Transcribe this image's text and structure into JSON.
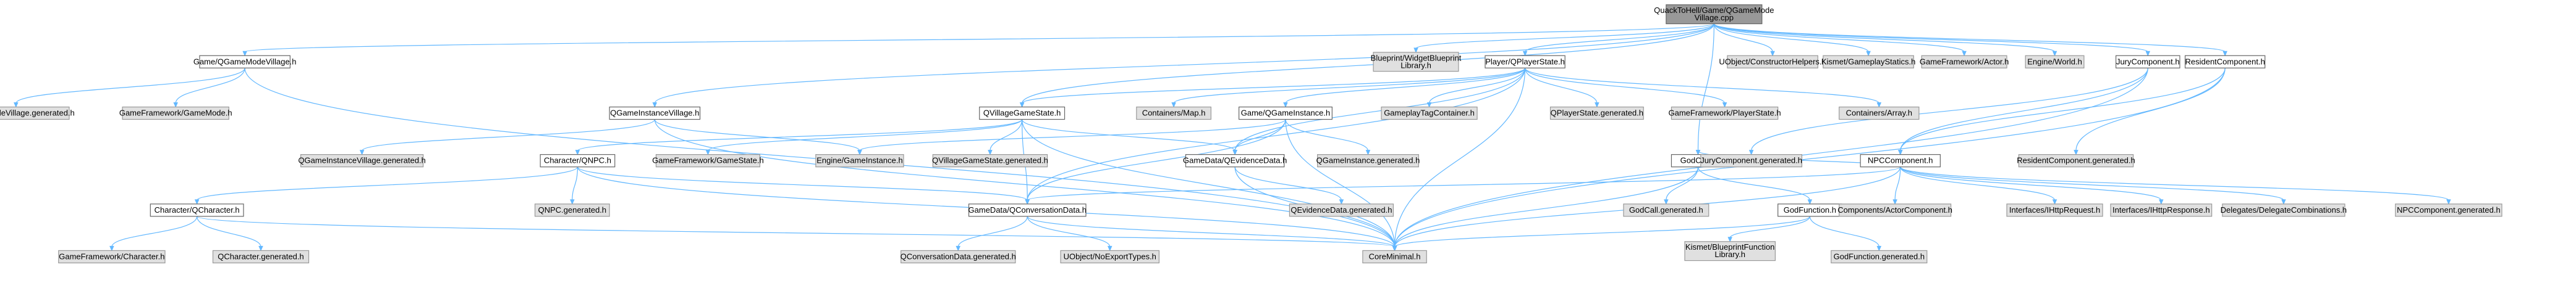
{
  "colors": {
    "root_fill": "#999999",
    "root_stroke": "#666666",
    "header_fill": "#ffffff",
    "header_stroke": "#666666",
    "system_fill": "#e0e0e0",
    "system_stroke": "#999999",
    "edge": "#63b8ff"
  },
  "nodes": [
    {
      "id": "root",
      "lines": [
        "QuackToHell/Game/QGameMode",
        "Village.cpp"
      ],
      "style": "root"
    },
    {
      "id": "gamemodevillage",
      "lines": [
        "Game/QGameModeVillage.h"
      ],
      "style": "header"
    },
    {
      "id": "bpwidget",
      "lines": [
        "Blueprint/WidgetBlueprint",
        "Library.h"
      ],
      "style": "system"
    },
    {
      "id": "playerstate",
      "lines": [
        "Player/QPlayerState.h"
      ],
      "style": "header"
    },
    {
      "id": "uobjconstructor",
      "lines": [
        "UObject/ConstructorHelpers.h"
      ],
      "style": "system"
    },
    {
      "id": "kismetgameplay",
      "lines": [
        "Kismet/GameplayStatics.h"
      ],
      "style": "system"
    },
    {
      "id": "gfactor",
      "lines": [
        "GameFramework/Actor.h"
      ],
      "style": "system"
    },
    {
      "id": "engineworld",
      "lines": [
        "Engine/World.h"
      ],
      "style": "system"
    },
    {
      "id": "jurycomp",
      "lines": [
        "JuryComponent.h"
      ],
      "style": "header"
    },
    {
      "id": "residentcomp",
      "lines": [
        "ResidentComponent.h"
      ],
      "style": "header"
    },
    {
      "id": "gmvgen",
      "lines": [
        "QGameModeVillage.generated.h"
      ],
      "style": "system"
    },
    {
      "id": "gfgamemode",
      "lines": [
        "GameFramework/GameMode.h"
      ],
      "style": "system"
    },
    {
      "id": "qginstvillage",
      "lines": [
        "QGameInstanceVillage.h"
      ],
      "style": "header"
    },
    {
      "id": "qvillagegamestate",
      "lines": [
        "QVillageGameState.h"
      ],
      "style": "header"
    },
    {
      "id": "containersmap",
      "lines": [
        "Containers/Map.h"
      ],
      "style": "system"
    },
    {
      "id": "qgameinstance",
      "lines": [
        "Game/QGameInstance.h"
      ],
      "style": "header"
    },
    {
      "id": "gameplaytag",
      "lines": [
        "GameplayTagContainer.h"
      ],
      "style": "system"
    },
    {
      "id": "qplayerstategen",
      "lines": [
        "QPlayerState.generated.h"
      ],
      "style": "system"
    },
    {
      "id": "gfplayerstate",
      "lines": [
        "GameFramework/PlayerState.h"
      ],
      "style": "system"
    },
    {
      "id": "containersarray",
      "lines": [
        "Containers/Array.h"
      ],
      "style": "system"
    },
    {
      "id": "qginstvillagegen",
      "lines": [
        "QGameInstanceVillage.generated.h"
      ],
      "style": "system"
    },
    {
      "id": "qnpc",
      "lines": [
        "Character/QNPC.h"
      ],
      "style": "header"
    },
    {
      "id": "gfgamestate",
      "lines": [
        "GameFramework/GameState.h"
      ],
      "style": "system"
    },
    {
      "id": "enginegameinstance",
      "lines": [
        "Engine/GameInstance.h"
      ],
      "style": "system"
    },
    {
      "id": "qvillagegamestategen",
      "lines": [
        "QVillageGameState.generated.h"
      ],
      "style": "system"
    },
    {
      "id": "qevidencedata",
      "lines": [
        "GameData/QEvidenceData.h"
      ],
      "style": "header"
    },
    {
      "id": "qgameinstancegen",
      "lines": [
        "QGameInstance.generated.h"
      ],
      "style": "system"
    },
    {
      "id": "godcall",
      "lines": [
        "GodCall.h"
      ],
      "style": "header"
    },
    {
      "id": "jurycompgen",
      "lines": [
        "JuryComponent.generated.h"
      ],
      "style": "system"
    },
    {
      "id": "npccomp",
      "lines": [
        "NPCComponent.h"
      ],
      "style": "header"
    },
    {
      "id": "residentcompgen",
      "lines": [
        "ResidentComponent.generated.h"
      ],
      "style": "system"
    },
    {
      "id": "qcharacter",
      "lines": [
        "Character/QCharacter.h"
      ],
      "style": "header"
    },
    {
      "id": "qnpcgen",
      "lines": [
        "QNPC.generated.h"
      ],
      "style": "system"
    },
    {
      "id": "qconversationdata",
      "lines": [
        "GameData/QConversationData.h"
      ],
      "style": "header"
    },
    {
      "id": "qevidencedatagen",
      "lines": [
        "QEvidenceData.generated.h"
      ],
      "style": "system"
    },
    {
      "id": "godcallgen",
      "lines": [
        "GodCall.generated.h"
      ],
      "style": "system"
    },
    {
      "id": "godfunction",
      "lines": [
        "GodFunction.h"
      ],
      "style": "header"
    },
    {
      "id": "compactor",
      "lines": [
        "Components/ActorComponent.h"
      ],
      "style": "system"
    },
    {
      "id": "ihttprequest",
      "lines": [
        "Interfaces/IHttpRequest.h"
      ],
      "style": "system"
    },
    {
      "id": "ihttpresponse",
      "lines": [
        "Interfaces/IHttpResponse.h"
      ],
      "style": "system"
    },
    {
      "id": "delegatescomb",
      "lines": [
        "Delegates/DelegateCombinations.h"
      ],
      "style": "system"
    },
    {
      "id": "npccompgen",
      "lines": [
        "NPCComponent.generated.h"
      ],
      "style": "system"
    },
    {
      "id": "gfcharacter",
      "lines": [
        "GameFramework/Character.h"
      ],
      "style": "system"
    },
    {
      "id": "qcharactergen",
      "lines": [
        "QCharacter.generated.h"
      ],
      "style": "system"
    },
    {
      "id": "qconversationdatagen",
      "lines": [
        "QConversationData.generated.h"
      ],
      "style": "system"
    },
    {
      "id": "uobjnoexport",
      "lines": [
        "UObject/NoExportTypes.h"
      ],
      "style": "system"
    },
    {
      "id": "coreminimal",
      "lines": [
        "CoreMinimal.h"
      ],
      "style": "system"
    },
    {
      "id": "kismetbpfunc",
      "lines": [
        "Kismet/BlueprintFunction",
        "Library.h"
      ],
      "style": "system"
    },
    {
      "id": "godfunctiongen",
      "lines": [
        "GodFunction.generated.h"
      ],
      "style": "system"
    }
  ],
  "edges": [
    [
      "root",
      "gamemodevillage"
    ],
    [
      "root",
      "bpwidget"
    ],
    [
      "root",
      "playerstate"
    ],
    [
      "root",
      "uobjconstructor"
    ],
    [
      "root",
      "kismetgameplay"
    ],
    [
      "root",
      "gfactor"
    ],
    [
      "root",
      "engineworld"
    ],
    [
      "root",
      "jurycomp"
    ],
    [
      "root",
      "residentcomp"
    ],
    [
      "root",
      "qginstvillage"
    ],
    [
      "root",
      "qvillagegamestate"
    ],
    [
      "root",
      "godcall"
    ],
    [
      "gamemodevillage",
      "gmvgen"
    ],
    [
      "gamemodevillage",
      "gfgamemode"
    ],
    [
      "gamemodevillage",
      "coreminimal"
    ],
    [
      "playerstate",
      "qvillagegamestate"
    ],
    [
      "playerstate",
      "containersmap"
    ],
    [
      "playerstate",
      "qgameinstance"
    ],
    [
      "playerstate",
      "gameplaytag"
    ],
    [
      "playerstate",
      "qplayerstategen"
    ],
    [
      "playerstate",
      "gfplayerstate"
    ],
    [
      "playerstate",
      "containersarray"
    ],
    [
      "playerstate",
      "qconversationdata"
    ],
    [
      "playerstate",
      "qevidencedata"
    ],
    [
      "playerstate",
      "coreminimal"
    ],
    [
      "qginstvillage",
      "qginstvillagegen"
    ],
    [
      "qginstvillage",
      "enginegameinstance"
    ],
    [
      "qginstvillage",
      "coreminimal"
    ],
    [
      "qvillagegamestate",
      "qnpc"
    ],
    [
      "qvillagegamestate",
      "gfgamestate"
    ],
    [
      "qvillagegamestate",
      "qvillagegamestategen"
    ],
    [
      "qvillagegamestate",
      "qconversationdata"
    ],
    [
      "qvillagegamestate",
      "qevidencedata"
    ],
    [
      "qvillagegamestate",
      "coreminimal"
    ],
    [
      "qgameinstance",
      "enginegameinstance"
    ],
    [
      "qgameinstance",
      "qgameinstancegen"
    ],
    [
      "qgameinstance",
      "qevidencedata"
    ],
    [
      "qgameinstance",
      "qconversationdata"
    ],
    [
      "qgameinstance",
      "coreminimal"
    ],
    [
      "qnpc",
      "qcharacter"
    ],
    [
      "qnpc",
      "qnpcgen"
    ],
    [
      "qnpc",
      "qconversationdata"
    ],
    [
      "qnpc",
      "coreminimal"
    ],
    [
      "qevidencedata",
      "qevidencedatagen"
    ],
    [
      "qevidencedata",
      "coreminimal"
    ],
    [
      "jurycomp",
      "jurycompgen"
    ],
    [
      "jurycomp",
      "npccomp"
    ],
    [
      "jurycomp",
      "coreminimal"
    ],
    [
      "residentcomp",
      "npccomp"
    ],
    [
      "residentcomp",
      "residentcompgen"
    ],
    [
      "residentcomp",
      "coreminimal"
    ],
    [
      "godcall",
      "godcallgen"
    ],
    [
      "godcall",
      "godfunction"
    ],
    [
      "godcall",
      "coreminimal"
    ],
    [
      "npccomp",
      "compactor"
    ],
    [
      "npccomp",
      "ihttprequest"
    ],
    [
      "npccomp",
      "ihttpresponse"
    ],
    [
      "npccomp",
      "delegatescomb"
    ],
    [
      "npccomp",
      "npccompgen"
    ],
    [
      "npccomp",
      "qconversationdata"
    ],
    [
      "npccomp",
      "godcall"
    ],
    [
      "npccomp",
      "coreminimal"
    ],
    [
      "godfunction",
      "kismetbpfunc"
    ],
    [
      "godfunction",
      "godfunctiongen"
    ],
    [
      "godfunction",
      "coreminimal"
    ],
    [
      "qcharacter",
      "gfcharacter"
    ],
    [
      "qcharacter",
      "qcharactergen"
    ],
    [
      "qcharacter",
      "coreminimal"
    ],
    [
      "qconversationdata",
      "qconversationdatagen"
    ],
    [
      "qconversationdata",
      "uobjnoexport"
    ],
    [
      "qconversationdata",
      "coreminimal"
    ]
  ]
}
